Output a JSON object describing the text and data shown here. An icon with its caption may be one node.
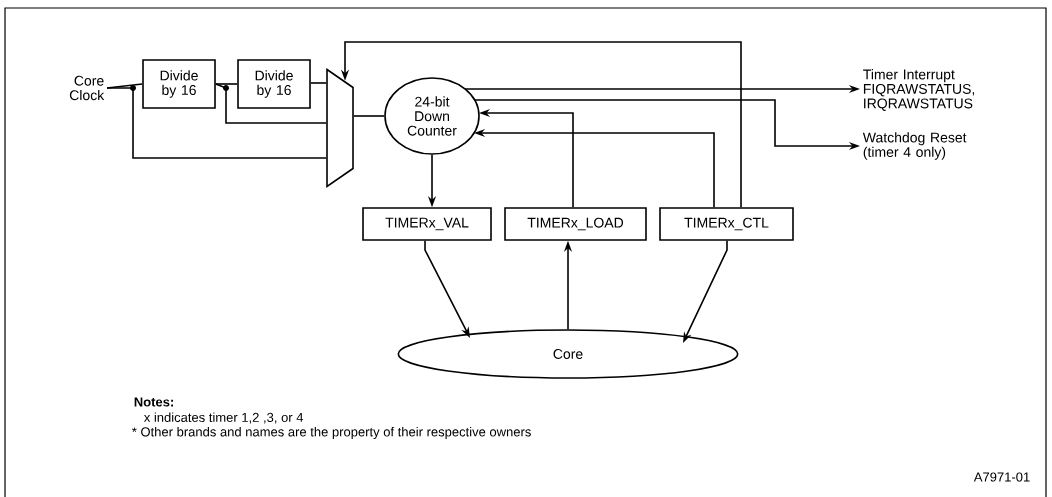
{
  "diagram": {
    "nodes": [
      {
        "text": [
          "Core Clock"
        ]
      },
      {
        "text": [
          "Divide by 16"
        ]
      },
      {
        "text": [
          "Divide by 16"
        ]
      },
      {
        "text": [],
        "shape": "trapezoid"
      },
      {
        "text": [
          "24-bit Down Counter"
        ]
      },
      {
        "text": [
          "TIMERx_VAL"
        ]
      },
      {
        "text": [
          "TIMERx_LOAD"
        ]
      },
      {
        "text": [
          "TIMERx_CTL"
        ]
      },
      {
        "text": [
          "Core"
        ]
      },
      {
        "text": [
          "Timer Interrupt FIQRAWSTATUS, IRQRAWSTATUS"
        ]
      },
      {
        "text": [
          "Watchdog Reset (timer 4 only)"
        ]
      }
    ],
    "edges": [
      {
        "from": 0,
        "to": 1,
        "arrow": "none"
      },
      {
        "from": 1,
        "to": 2,
        "arrow": "none"
      },
      {
        "from": 2,
        "to": 3,
        "arrow": "none"
      },
      {
        "from": 0,
        "to": 3,
        "arrow": "none"
      },
      {
        "from": 1,
        "to": 3,
        "arrow": "none"
      },
      {
        "from": 3,
        "to": 4,
        "arrow": "none"
      },
      {
        "from": 4,
        "to": 5,
        "arrow": "to"
      },
      {
        "from": 4,
        "to": 9,
        "arrow": "to"
      },
      {
        "from": 4,
        "to": 10,
        "arrow": "to"
      },
      {
        "from": 6,
        "to": 4,
        "arrow": "to"
      },
      {
        "from": 7,
        "to": 4,
        "arrow": "to"
      },
      {
        "from": 7,
        "to": 3,
        "arrow": "to"
      },
      {
        "from": 5,
        "to": 8,
        "arrow": "to"
      },
      {
        "from": 8,
        "to": 6,
        "arrow": "to"
      },
      {
        "from": 7,
        "to": 8,
        "arrow": "to"
      }
    ],
    "labels": [
      "Notes:",
      "x  indicates timer 1,2 ,3, or 4",
      "* Other brands and names are the property of their respective owners",
      "A7971-01"
    ]
  }
}
